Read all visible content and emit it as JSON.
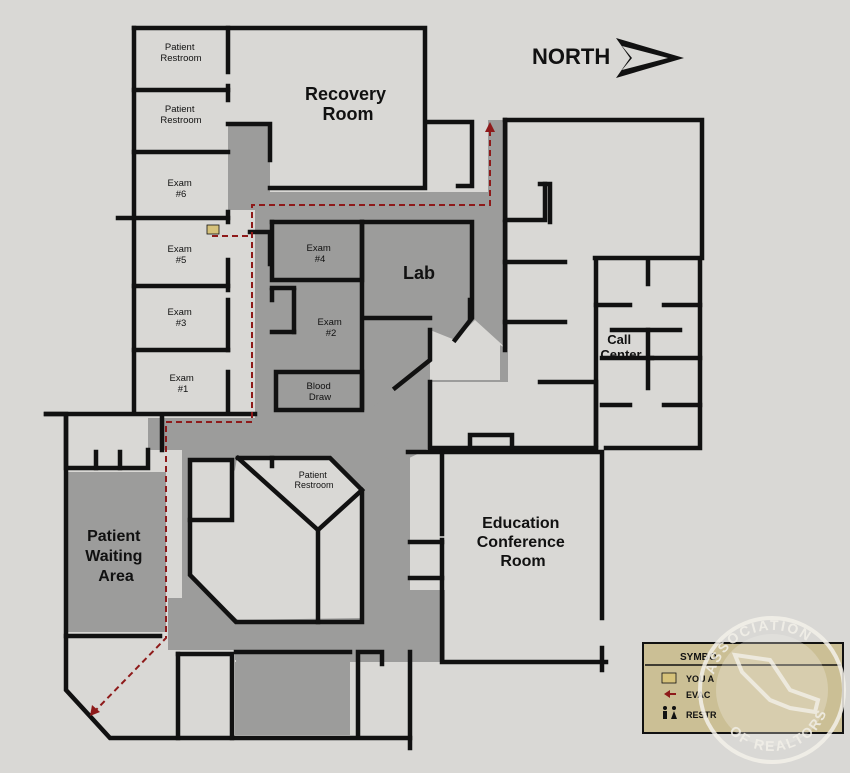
{
  "north": {
    "label": "NORTH"
  },
  "rooms": {
    "patient_restroom_top": [
      "Patient",
      "Restroom"
    ],
    "patient_restroom_second": [
      "Patient",
      "Restroom"
    ],
    "recovery_room": [
      "Recovery",
      "Room"
    ],
    "exam6": [
      "Exam",
      "#6"
    ],
    "exam5": [
      "Exam",
      "#5"
    ],
    "exam3": [
      "Exam",
      "#3"
    ],
    "exam1": [
      "Exam",
      "#1"
    ],
    "exam4": [
      "Exam",
      "#4"
    ],
    "exam2": [
      "Exam",
      "#2"
    ],
    "blood_draw": [
      "Blood",
      "Draw"
    ],
    "lab": "Lab",
    "call_center": [
      "Call",
      "Center"
    ],
    "patient_restroom_center": [
      "Patient",
      "Restroom"
    ],
    "patient_waiting_area": [
      "Patient",
      "Waiting",
      "Area"
    ],
    "education_conference_room": [
      "Education",
      "Conference",
      "Room"
    ]
  },
  "legend": {
    "title": "SYMBO",
    "rows": [
      "YOU A",
      "EVAC",
      "RESTR"
    ]
  },
  "watermark": {
    "text": "ASSOCIATION OF REALTORS"
  },
  "colors": {
    "background": "#d9d8d5",
    "wall": "#111111",
    "corridor": "#9c9c9b",
    "room": "#d9d8d5",
    "evac_route": "#8e1a1a",
    "legend_bg": "#cbbf95"
  }
}
